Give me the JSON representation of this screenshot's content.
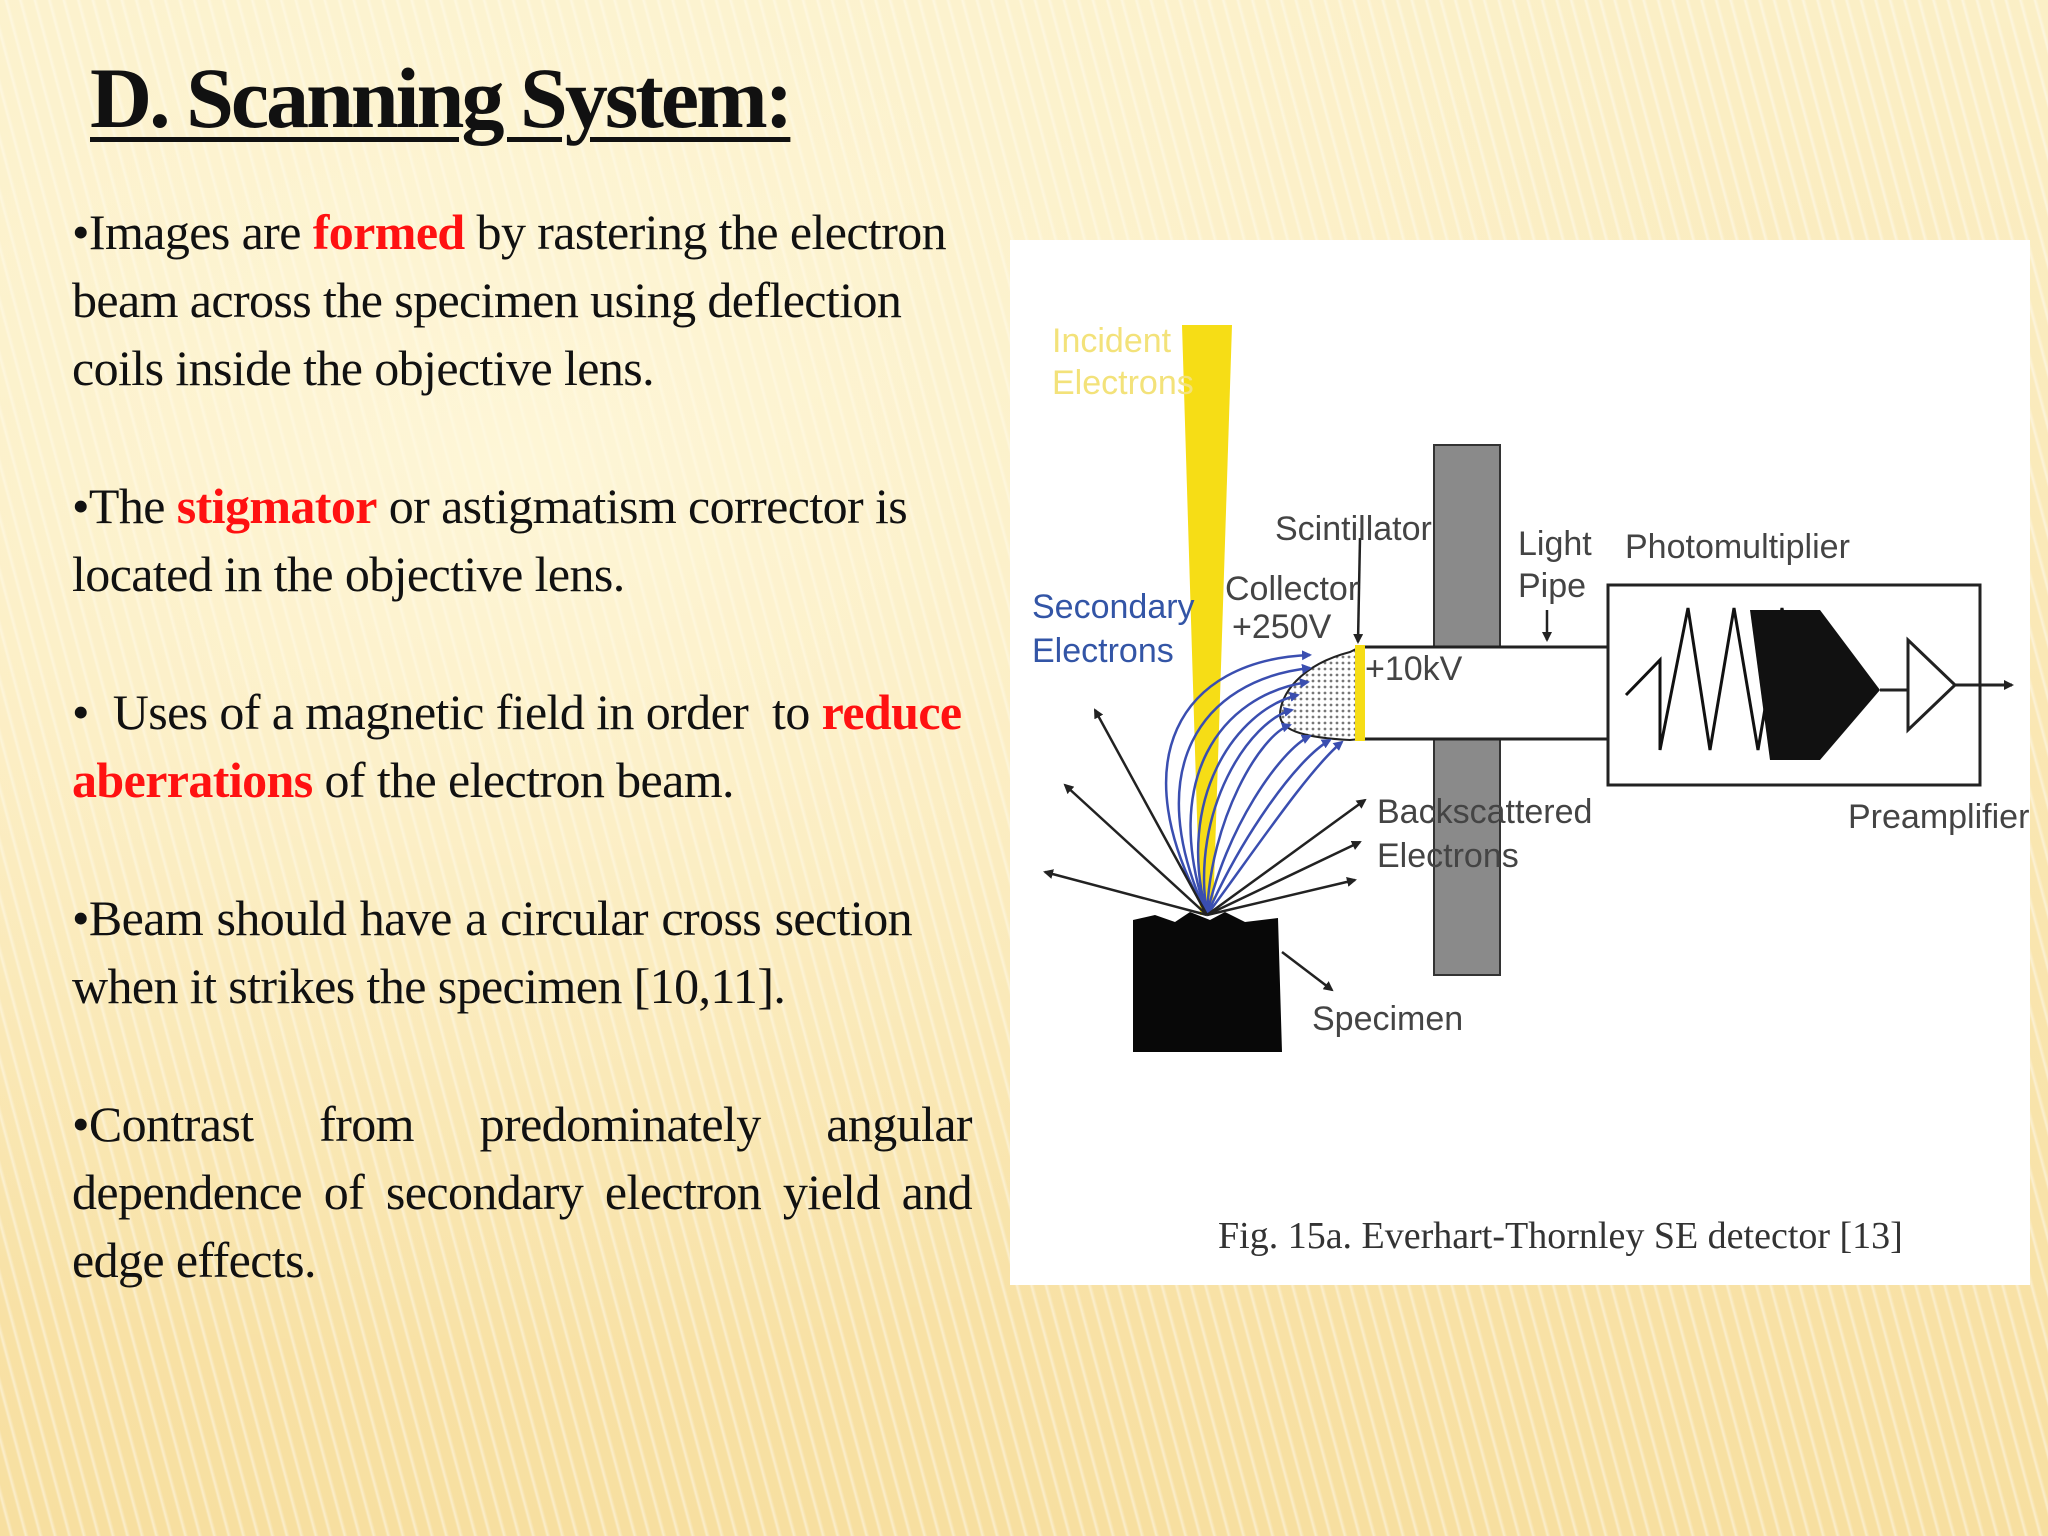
{
  "slide": {
    "title": "D. Scanning System:",
    "bullets": [
      {
        "pre": "•Images are ",
        "hl": "formed",
        "post": " by rastering the electron beam across the specimen using deflection coils inside the objective lens."
      },
      {
        "pre": "•The ",
        "hl": "stigmator",
        "post": " or astigmatism corrector is located in the objective lens."
      },
      {
        "pre": "•  Uses of a magnetic field in order  to ",
        "hl": "reduce aberrations",
        "post": " of the electron beam."
      },
      {
        "pre": "•Beam should have a circular cross section when it strikes the specimen [10,11].",
        "hl": "",
        "post": ""
      },
      {
        "pre": "•Contrast from predominately angular dependence of secondary electron yield and edge effects.",
        "hl": "",
        "post": ""
      }
    ]
  },
  "figure": {
    "caption": "Fig. 15a. Everhart-Thornley SE detector [13]",
    "labels": {
      "incident_1": "Incident",
      "incident_2": "Electrons",
      "scintillator": "Scintillator",
      "light_1": "Light",
      "light_2": "Pipe",
      "photomultiplier": "Photomultiplier",
      "secondary_1": "Secondary",
      "secondary_2": "Electrons",
      "collector_1": "Collector",
      "collector_2": "+250V",
      "ten_kv": "+10kV",
      "backscattered_1": "Backscattered",
      "backscattered_2": "Electrons",
      "preamplifier": "Preamplifier",
      "specimen": "Specimen"
    },
    "colors": {
      "beam": "#f6dd16",
      "secondary_electrons": "#3a4eb0",
      "highlight_text": "#ff1111"
    }
  }
}
